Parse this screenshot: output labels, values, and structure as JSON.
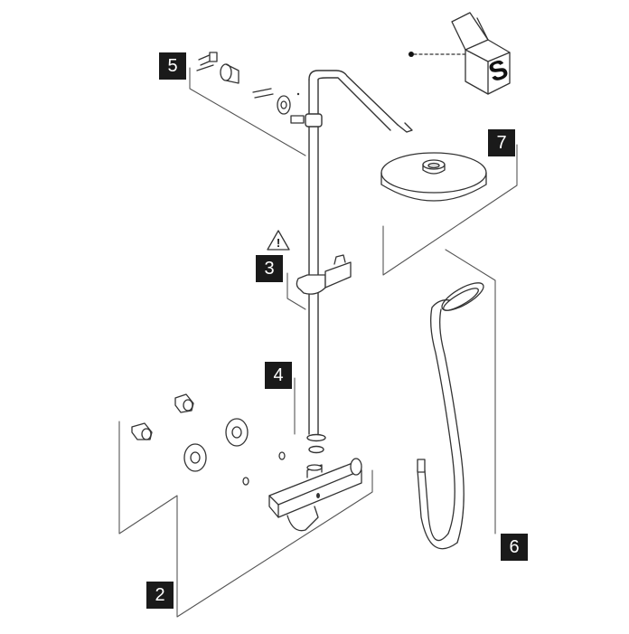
{
  "colors": {
    "ink": "#1a1a1a",
    "stroke": "#333333",
    "fill": "#ffffff",
    "shade": "#d9d9d9",
    "paper": "#ffffff"
  },
  "callouts": [
    {
      "id": "5",
      "label": "5",
      "part": "wall-mounting-hardware"
    },
    {
      "id": "7",
      "label": "7",
      "part": "overhead-shower-head"
    },
    {
      "id": "3",
      "label": "3",
      "part": "slider-bracket"
    },
    {
      "id": "4",
      "label": "4",
      "part": "riser-rail"
    },
    {
      "id": "2",
      "label": "2",
      "part": "thermostatic-mixer"
    },
    {
      "id": "6",
      "label": "6",
      "part": "hand-shower-and-hose"
    }
  ],
  "warning": {
    "glyph": "!",
    "icon": "warning-triangle-icon"
  },
  "package_icon": {
    "glyph": "S",
    "icon": "package-box-icon"
  }
}
